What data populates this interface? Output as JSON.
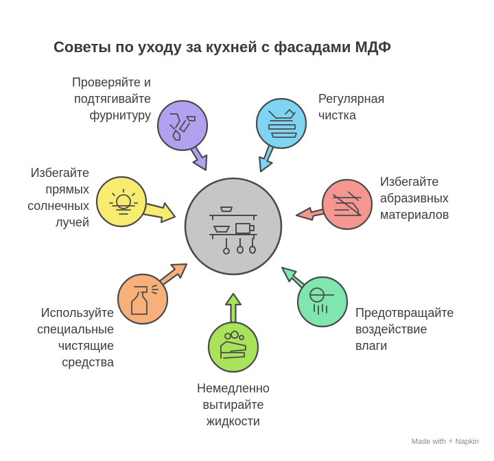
{
  "title": "Советы по уходу за кухней с фасадами МДФ",
  "tips": [
    {
      "id": "hardware",
      "lines": [
        "Проверяйте и",
        "подтягивайте",
        "фурнитуру"
      ],
      "color": "#b2a0f0",
      "icon": "wrench-hardware-icon"
    },
    {
      "id": "cleaning",
      "lines": [
        "Регулярная",
        "чистка"
      ],
      "color": "#7ed4f2",
      "icon": "cleaning-cabinet-icon"
    },
    {
      "id": "abrasive",
      "lines": [
        "Избегайте",
        "абразивных",
        "материалов"
      ],
      "color": "#f59690",
      "icon": "no-abrasive-icon"
    },
    {
      "id": "moisture",
      "lines": [
        "Предотвращайте",
        "воздействие",
        "влаги"
      ],
      "color": "#7fe6ad",
      "icon": "shower-drops-icon"
    },
    {
      "id": "liquids",
      "lines": [
        "Немедленно",
        "вытирайте",
        "жидкости"
      ],
      "color": "#a9e35c",
      "icon": "washing-hands-icon"
    },
    {
      "id": "cleaners",
      "lines": [
        "Используйте",
        "специальные",
        "чистящие",
        "средства"
      ],
      "color": "#f8b07a",
      "icon": "spray-bottle-icon"
    },
    {
      "id": "sunlight",
      "lines": [
        "Избегайте",
        "прямых",
        "солнечных",
        "лучей"
      ],
      "color": "#f7ec70",
      "icon": "sun-icon"
    }
  ],
  "center": {
    "color": "#c6c6c6",
    "icon": "kitchen-shelf-icon"
  },
  "footer": {
    "made_with": "Made with",
    "brand": "Napkin"
  }
}
